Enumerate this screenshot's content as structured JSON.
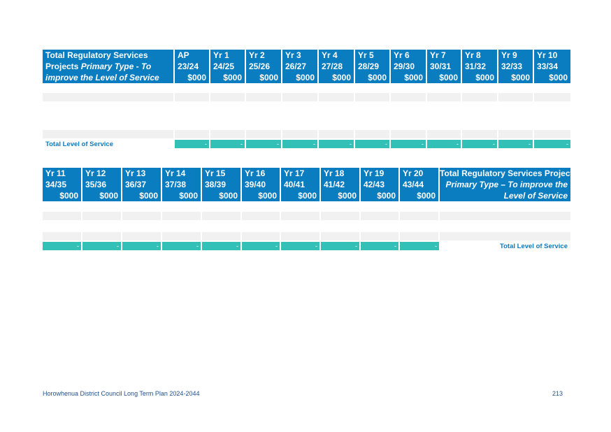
{
  "table1": {
    "title_line1": "Total Regulatory Services",
    "title_line2_a": "Projects ",
    "title_line2_b": "Primary Type  - To",
    "title_line3": "improve the Level of Service",
    "columns": [
      {
        "yr": "AP",
        "period": "23/24",
        "unit": "$000"
      },
      {
        "yr": "Yr 1",
        "period": "24/25",
        "unit": "$000"
      },
      {
        "yr": "Yr 2",
        "period": "25/26",
        "unit": "$000"
      },
      {
        "yr": "Yr 3",
        "period": "26/27",
        "unit": "$000"
      },
      {
        "yr": "Yr 4",
        "period": "27/28",
        "unit": "$000"
      },
      {
        "yr": "Yr 5",
        "period": "28/29",
        "unit": "$000"
      },
      {
        "yr": "Yr 6",
        "period": "29/30",
        "unit": "$000"
      },
      {
        "yr": "Yr 7",
        "period": "30/31",
        "unit": "$000"
      },
      {
        "yr": "Yr 8",
        "period": "31/32",
        "unit": "$000"
      },
      {
        "yr": "Yr 9",
        "period": "32/33",
        "unit": "$000"
      },
      {
        "yr": "Yr 10",
        "period": "33/34",
        "unit": "$000"
      }
    ],
    "total_label": "Total Level of Service",
    "totals": [
      "-",
      "-",
      "-",
      "-",
      "-",
      "-",
      "-",
      "-",
      "-",
      "-",
      "-"
    ]
  },
  "table2": {
    "title_line1": "Total Regulatory Services Projects",
    "title_line2": "Primary Type – To improve the",
    "title_line3": "Level of Service",
    "columns": [
      {
        "yr": "Yr 11",
        "period": "34/35",
        "unit": "$000"
      },
      {
        "yr": "Yr 12",
        "period": "35/36",
        "unit": "$000"
      },
      {
        "yr": "Yr 13",
        "period": "36/37",
        "unit": "$000"
      },
      {
        "yr": "Yr 14",
        "period": "37/38",
        "unit": "$000"
      },
      {
        "yr": "Yr 15",
        "period": "38/39",
        "unit": "$000"
      },
      {
        "yr": "Yr 16",
        "period": "39/40",
        "unit": "$000"
      },
      {
        "yr": "Yr 17",
        "period": "40/41",
        "unit": "$000"
      },
      {
        "yr": "Yr 18",
        "period": "41/42",
        "unit": "$000"
      },
      {
        "yr": "Yr 19",
        "period": "42/43",
        "unit": "$000"
      },
      {
        "yr": "Yr 20",
        "period": "43/44",
        "unit": "$000"
      }
    ],
    "total_label": "Total Level of Service",
    "totals": [
      "-",
      "-",
      "-",
      "-",
      "-",
      "-",
      "-",
      "-",
      "-",
      "-"
    ]
  },
  "footer": {
    "text": "Horowhenua District Council Long Term Plan 2024-2044",
    "page": "213"
  },
  "colors": {
    "header_blue": "#0a7cc0",
    "teal": "#33c0b6",
    "grey_row": "#f1f1f1",
    "footer_text": "#1f4f8c"
  }
}
